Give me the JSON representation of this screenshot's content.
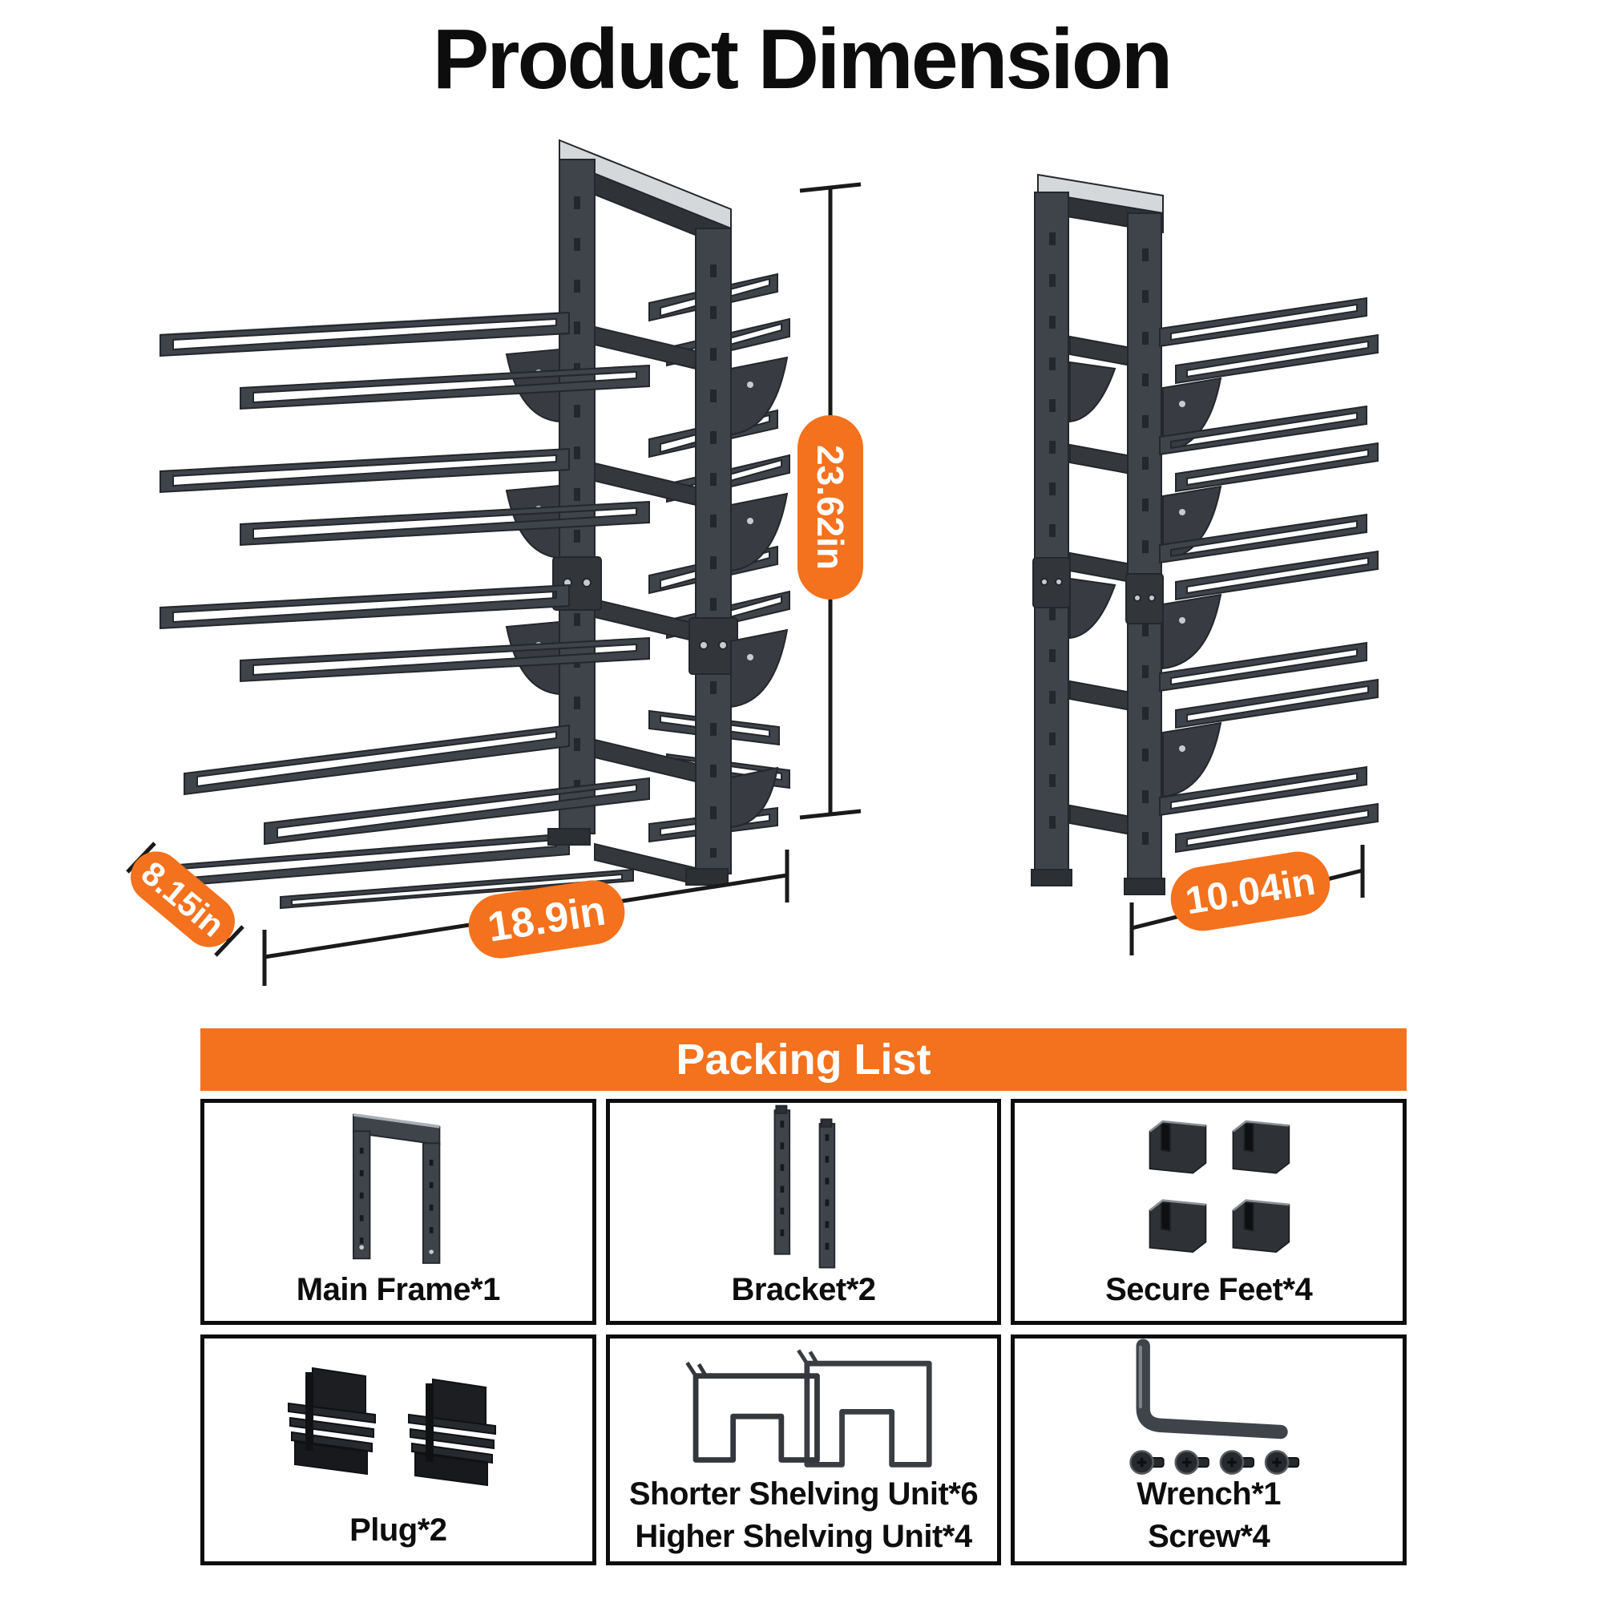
{
  "title": "Product Dimension",
  "colors": {
    "accent": "#F4711D",
    "ink": "#0d0d0d",
    "metal": "#3f434a"
  },
  "double_rack": {
    "height": "23.62in",
    "width": "18.9in",
    "depth": "8.15in"
  },
  "single_rack": {
    "width": "10.04in"
  },
  "packing_list": {
    "header": "Packing List",
    "items": [
      {
        "id": "main-frame",
        "label": "Main Frame*1"
      },
      {
        "id": "bracket",
        "label": "Bracket*2"
      },
      {
        "id": "secure-feet",
        "label": "Secure Feet*4"
      },
      {
        "id": "plug",
        "label": "Plug*2"
      },
      {
        "id": "shelving-units",
        "label": "Shorter Shelving Unit*6",
        "label2": "Higher Shelving Unit*4"
      },
      {
        "id": "wrench-screw",
        "label": "Wrench*1",
        "label2": "Screw*4"
      }
    ]
  }
}
